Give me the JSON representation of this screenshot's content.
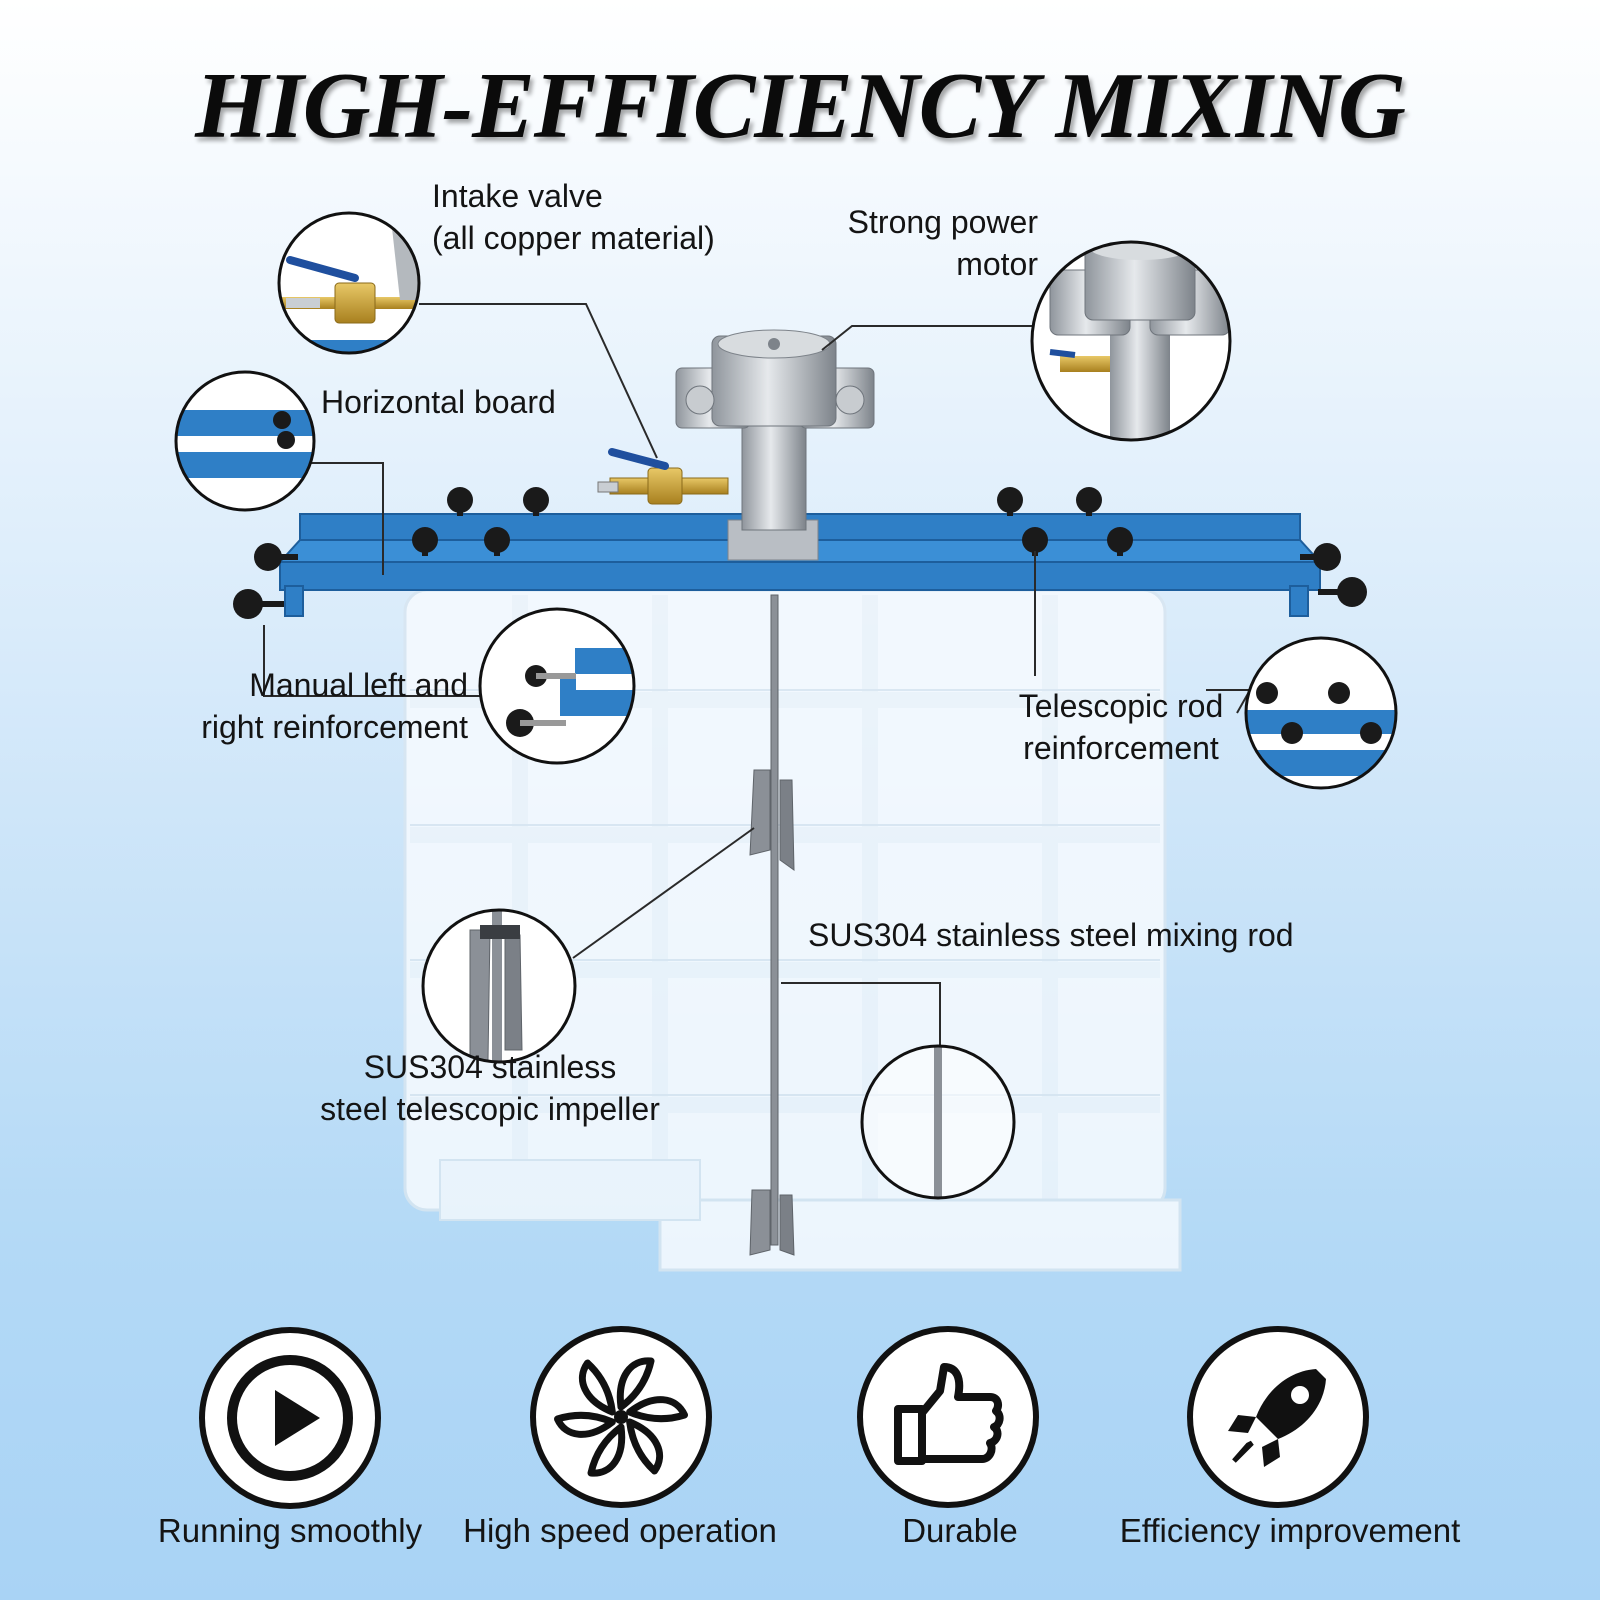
{
  "title": "HIGH-EFFICIENCY MIXING",
  "callouts": {
    "intake_valve": [
      "Intake valve",
      "(all copper material)"
    ],
    "motor": [
      "Strong power",
      "motor"
    ],
    "horizontal_board": [
      "Horizontal board"
    ],
    "manual_reinforcement": [
      "Manual left and",
      "right reinforcement"
    ],
    "telescopic_rod": [
      "Telescopic rod",
      "reinforcement"
    ],
    "mixing_rod": [
      "SUS304 stainless steel mixing rod"
    ],
    "impeller": [
      "SUS304 stainless",
      "steel telescopic impeller"
    ]
  },
  "features": [
    {
      "label": "Running smoothly",
      "icon": "play-icon"
    },
    {
      "label": "High speed operation",
      "icon": "fan-icon"
    },
    {
      "label": "Durable",
      "icon": "thumbs-up-icon"
    },
    {
      "label": "Efficiency improvement",
      "icon": "rocket-icon"
    }
  ],
  "colors": {
    "frame_blue": "#2f7fc6",
    "brass": "#c9a13b",
    "valve_handle": "#1f4f9e",
    "knob": "#1a1a1a"
  }
}
